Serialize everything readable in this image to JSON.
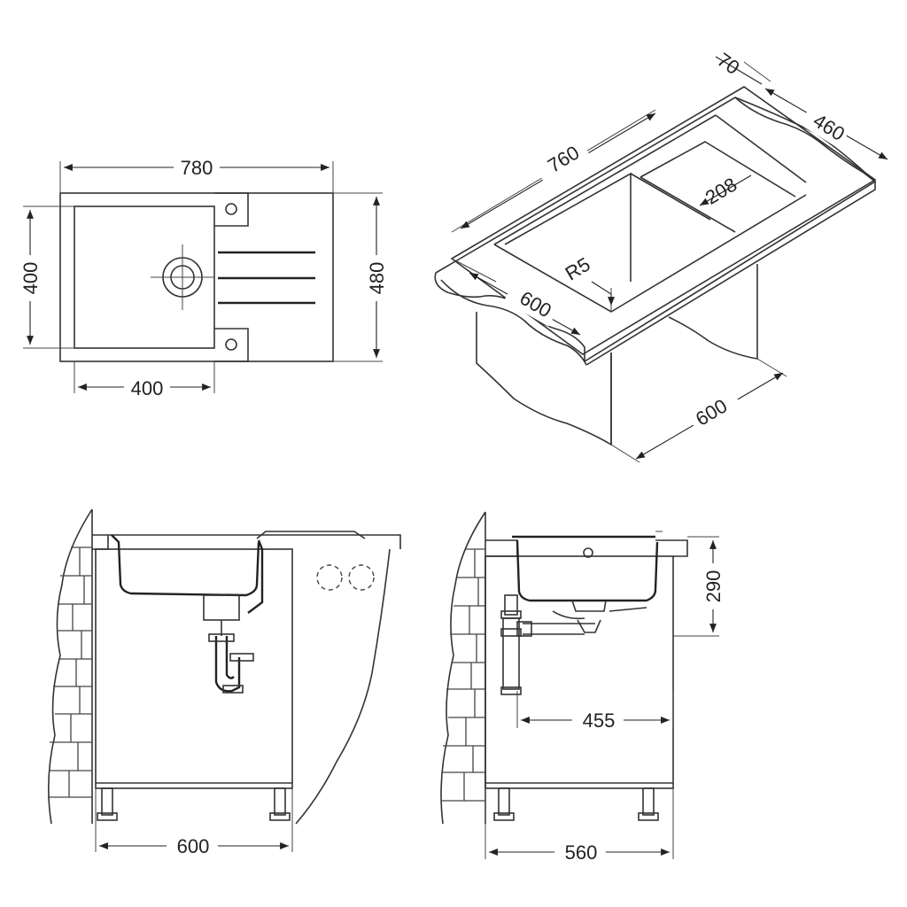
{
  "dimensions": {
    "top_width": "780",
    "top_height_inner": "400",
    "top_height_outer": "480",
    "top_bowl_width": "400",
    "iso_length": "760",
    "iso_rim": "70",
    "iso_depth": "460",
    "iso_drainer": "208",
    "iso_radius": "R5",
    "iso_bowl": "600",
    "iso_cabinet": "600",
    "front_cabinet": "600",
    "side_height": "290",
    "side_drain": "455",
    "side_cabinet": "560"
  }
}
